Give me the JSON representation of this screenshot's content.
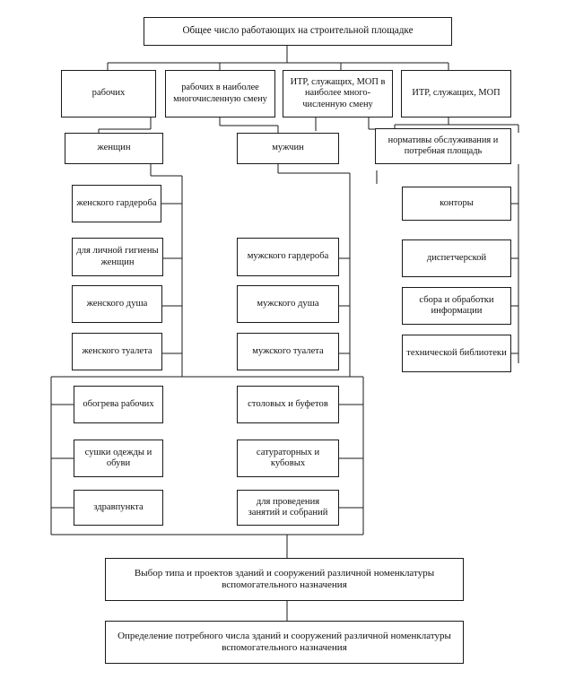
{
  "diagram": {
    "title_box": {
      "label": "Общее число работающих на строительной площадке"
    },
    "level2": [
      {
        "label": "рабочих"
      },
      {
        "label": "рабочих в наиболее многочисленную смену"
      },
      {
        "label": "ИТР, служащих, МОП в наиболее много-численную смену"
      },
      {
        "label": "ИТР, служащих, МОП"
      }
    ],
    "level3": [
      {
        "label": "женщин"
      },
      {
        "label": "мужчин"
      },
      {
        "label": "нормативы обслуживания и потребная площадь"
      }
    ],
    "women_column": [
      {
        "label": "женского гардероба"
      },
      {
        "label": "для личной гигиены женщин"
      },
      {
        "label": "женского душа"
      },
      {
        "label": "женского туалета"
      }
    ],
    "men_column": [
      {
        "label": "мужского гардероба"
      },
      {
        "label": "мужского душа"
      },
      {
        "label": "мужского туалета"
      }
    ],
    "admin_column": [
      {
        "label": "конторы"
      },
      {
        "label": "диспетчерской"
      },
      {
        "label": "сбора и обработки информации"
      },
      {
        "label": "технической библиотеки"
      }
    ],
    "welfare_left_column": [
      {
        "label": "обогрева рабочих"
      },
      {
        "label": "сушки одежды и обуви"
      },
      {
        "label": "здравпункта"
      }
    ],
    "welfare_right_column": [
      {
        "label": "столовых и буфетов"
      },
      {
        "label": "сатураторных и кубовых"
      },
      {
        "label": "для проведения занятий и собраний"
      }
    ],
    "conclusions": [
      {
        "label": "Выбор типа и проектов зданий и сооружений различной номенклатуры вспомогательного назначения"
      },
      {
        "label": "Определение потребного числа зданий и сооружений различной номенклатуры вспомогательного назначения"
      }
    ],
    "colors": {
      "line": "#1a1a1a",
      "background": "#ffffff",
      "text": "#111111"
    }
  }
}
